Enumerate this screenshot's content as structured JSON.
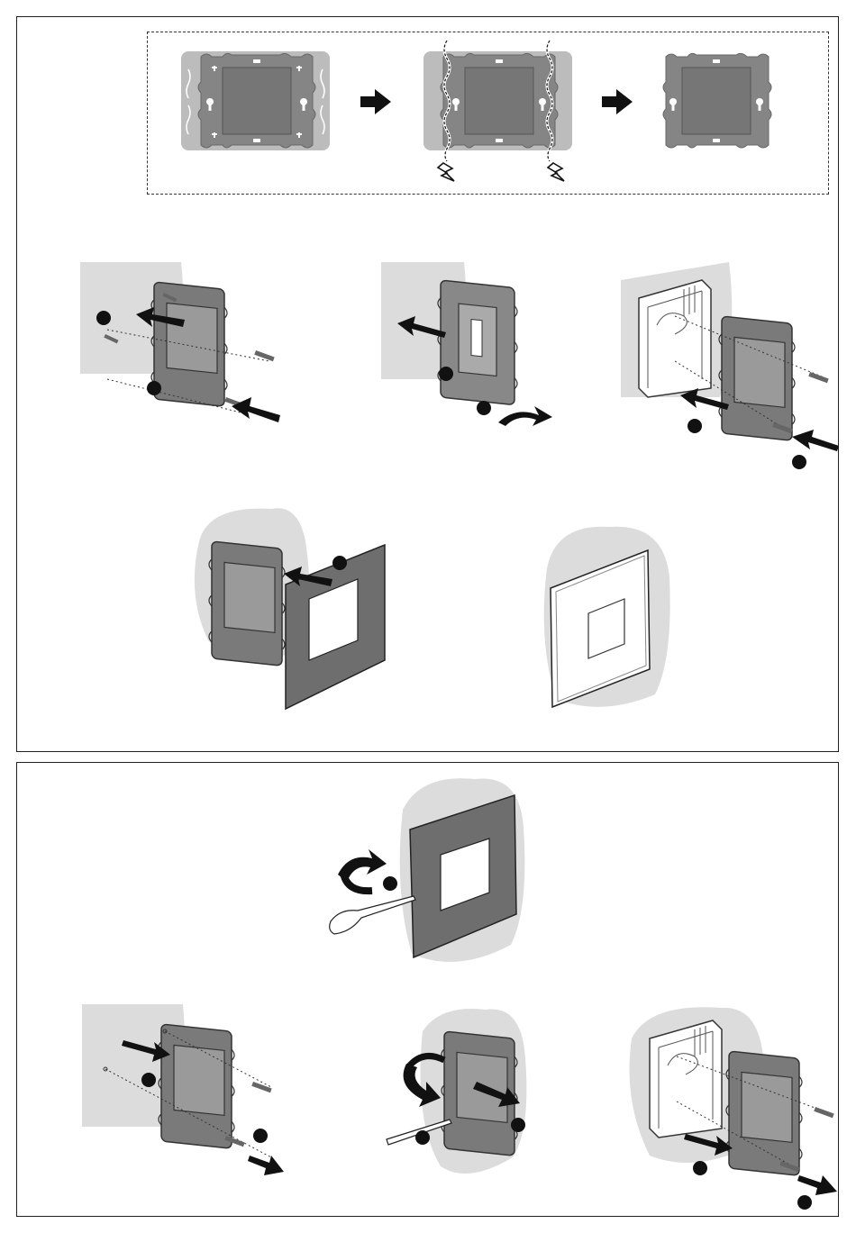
{
  "document": {
    "type": "installation instructions",
    "sections": [
      {
        "id": "install",
        "steps": [
          "trim-plate",
          "wall-mount",
          "box-mount",
          "frame-fit",
          "finished"
        ]
      },
      {
        "id": "remove",
        "steps": [
          "pry-frame",
          "wall-unmount",
          "box-unscrew",
          "box-unmount"
        ]
      }
    ]
  },
  "colors": {
    "wall_shade": "#dcdcdc",
    "plate_dark": "#858585",
    "plate_light": "#bcbcbc",
    "module_face": "#767676",
    "frame_dark": "#6e6e6e",
    "ink": "#111111"
  },
  "icons": {
    "arrow": "right-arrow-icon",
    "lightning": "lightning-icon",
    "rotate": "rotate-arrow-icon",
    "screw": "screw-icon",
    "screwdriver": "screwdriver-icon",
    "step_dot": "step-dot-icon"
  }
}
